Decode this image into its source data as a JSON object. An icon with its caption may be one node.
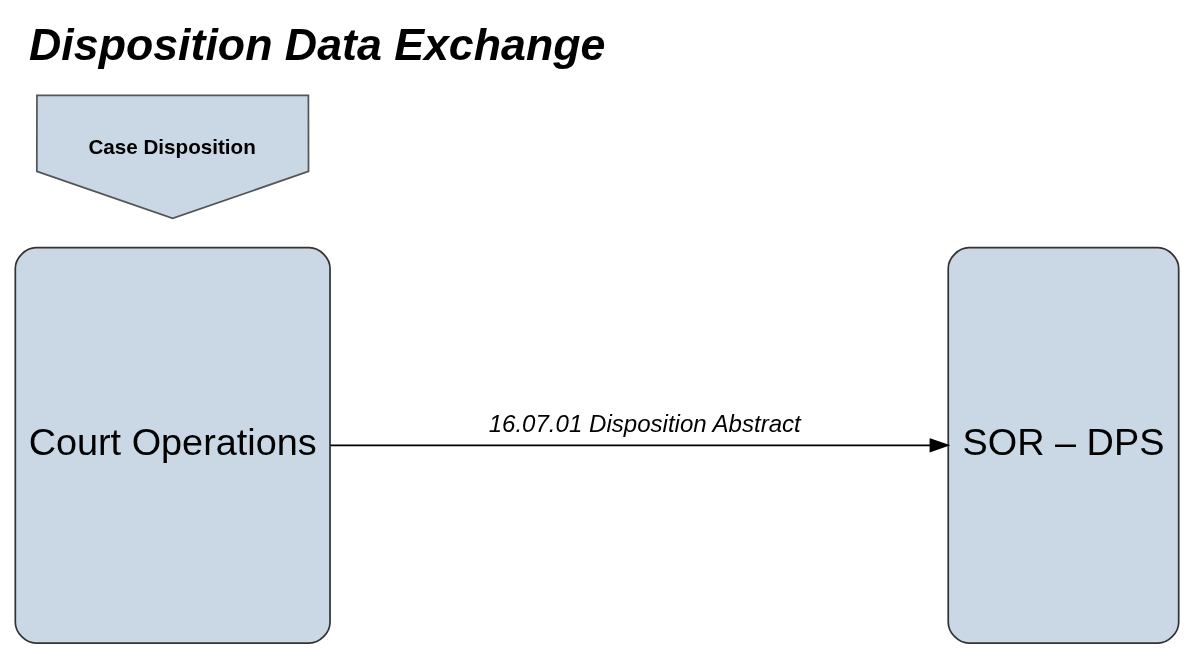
{
  "diagram": {
    "title": "Disposition Data Exchange",
    "nodes": [
      {
        "text": [
          "Case Disposition"
        ]
      },
      {
        "text": [
          "Court Operations"
        ]
      },
      {
        "text": [
          "SOR – DPS"
        ]
      }
    ],
    "edges": [
      {
        "from": 1,
        "to": 2,
        "arrow": "to",
        "label": "16.07.01 Disposition Abstract"
      }
    ]
  }
}
